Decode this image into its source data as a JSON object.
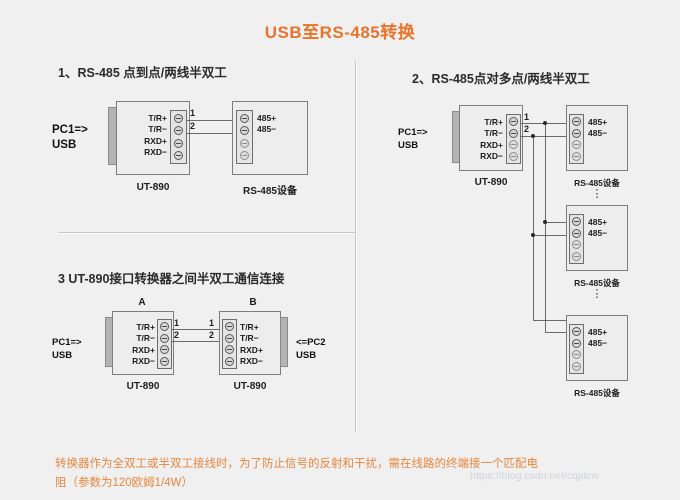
{
  "page": {
    "title": "USB至RS-485转换",
    "background_color": "#f0f0f0",
    "accent_color": "#e8732a",
    "watermark": "https://blog.csdn.net/cqjdcw"
  },
  "sections": {
    "s1": {
      "heading": "1、RS-485 点到点/两线半双工",
      "host_label_line1": "PC1=>",
      "host_label_line2": "USB",
      "converter": {
        "caption": "UT-890",
        "pins": [
          "T/R+",
          "T/R−",
          "RXD+",
          "RXD−"
        ]
      },
      "wire_numbers": [
        "1",
        "2"
      ],
      "device": {
        "caption": "RS-485设备",
        "pins": [
          "485+",
          "485−"
        ]
      }
    },
    "s2": {
      "heading": "2、RS-485点对多点/两线半双工",
      "host_label_line1": "PC1=>",
      "host_label_line2": "USB",
      "converter": {
        "caption": "UT-890",
        "pins": [
          "T/R+",
          "T/R−",
          "RXD+",
          "RXD−"
        ]
      },
      "wire_numbers": [
        "1",
        "2"
      ],
      "devices": [
        {
          "caption": "RS-485设备",
          "pins": [
            "485+",
            "485−"
          ]
        },
        {
          "caption": "RS-485设备",
          "pins": [
            "485+",
            "485−"
          ]
        },
        {
          "caption": "RS-485设备",
          "pins": [
            "485+",
            "485−"
          ]
        }
      ],
      "continuation_symbol": "⋮"
    },
    "s3": {
      "heading": "3  UT-890接口转换器之间半双工通信连接",
      "host_left_line1": "PC1=>",
      "host_left_line2": "USB",
      "host_right_line1": "<=PC2",
      "host_right_line2": "USB",
      "converter_a": {
        "tag": "A",
        "caption": "UT-890",
        "pins": [
          "T/R+",
          "T/R−",
          "RXD+",
          "RXD−"
        ]
      },
      "converter_b": {
        "tag": "B",
        "caption": "UT-890",
        "pins": [
          "T/R+",
          "T/R−",
          "RXD+",
          "RXD−"
        ]
      },
      "wire_numbers_left": [
        "1",
        "2"
      ],
      "wire_numbers_right": [
        "1",
        "2"
      ]
    }
  },
  "footer": {
    "line1": "转换器作为全双工或半双工接线时，为了防止信号的反射和干扰，需在线路的终端接一个匹配电",
    "line2": "阻（参数为120欧姆1/4W）"
  }
}
